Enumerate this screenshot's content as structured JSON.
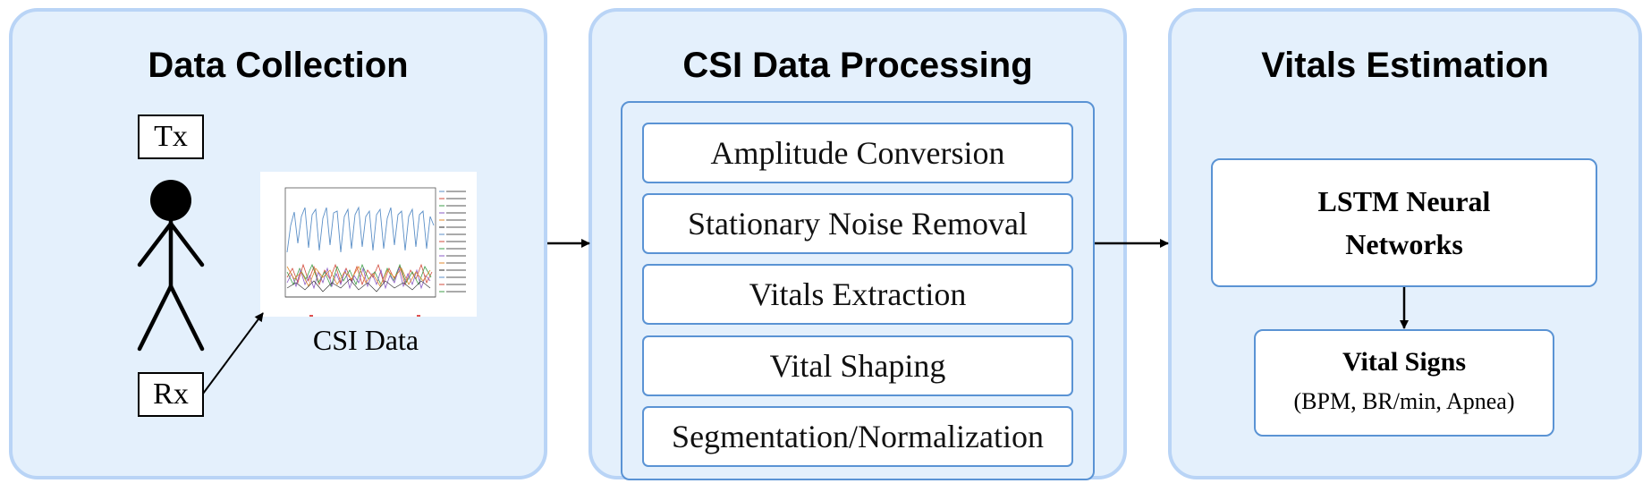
{
  "panels": {
    "collection": {
      "title": "Data Collection"
    },
    "processing": {
      "title": "CSI Data Processing"
    },
    "estimation": {
      "title": "Vitals Estimation"
    }
  },
  "collection": {
    "tx_label": "Tx",
    "rx_label": "Rx",
    "csi_label": "CSI Data"
  },
  "processing": {
    "steps": [
      "Amplitude Conversion",
      "Stationary Noise Removal",
      "Vitals Extraction",
      "Vital Shaping",
      "Segmentation/Normalization"
    ]
  },
  "estimation": {
    "model_label": "LSTM Neural Networks",
    "output_title": "Vital Signs",
    "output_sub": "(BPM, BR/min, Apnea)"
  },
  "colors": {
    "panel_fill": "#e4f0fc",
    "panel_border": "#b9d4f6",
    "box_border": "#5a93d4"
  }
}
